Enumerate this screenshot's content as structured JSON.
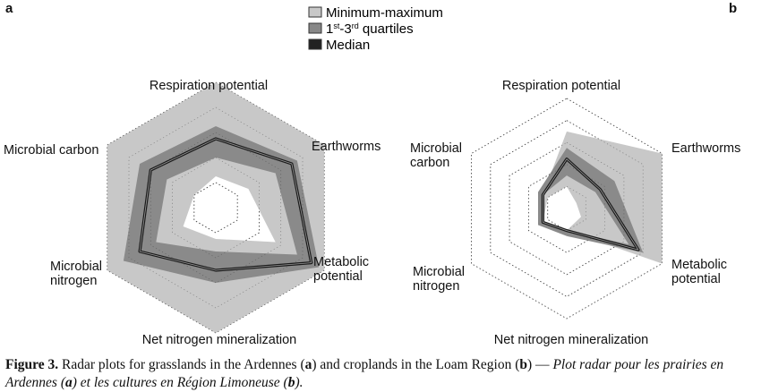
{
  "legend": [
    {
      "label_html": "Minimum-maximum",
      "color": "#c8c8c8"
    },
    {
      "label_html": "1<tspan baseline-shift='super' font-size='9'>st</tspan>-3<tspan baseline-shift='super' font-size='9'>rd</tspan> quartiles",
      "label": "1st-3rd quartiles",
      "color": "#888888"
    },
    {
      "label_html": "Median",
      "label": "Median",
      "color": "#222222"
    }
  ],
  "colors": {
    "minmax": "#c8c8c8",
    "quartiles": "#8a8a8a",
    "median": "#1a1a1a",
    "center": "#ffffff"
  },
  "caption": {
    "figure_label": "Figure 3.",
    "text_1": " Radar plots for grasslands in the Ardennes (",
    "a": "a",
    "text_2": ") and croplands in the Loam Region (",
    "b": "b",
    "text_3": ") — ",
    "italic_1": "Plot radar pour les prairies en Ardennes (",
    "italic_a": "a",
    "italic_2": ") et les cultures en Région Limoneuse (",
    "italic_b": "b",
    "italic_3": ")."
  },
  "chart_data": [
    {
      "panel": "a",
      "type": "radar",
      "axes": [
        "Respiration potential",
        "Earthworms",
        "Metabolic potential",
        "Net nitrogen mineralization",
        "Microbial nitrogen",
        "Microbial carbon"
      ],
      "axis_labels": [
        [
          "Respiration potential"
        ],
        [
          "Earthworms"
        ],
        [
          "Metabolic",
          "potential"
        ],
        [
          "Net nitrogen mineralization"
        ],
        [
          "Microbial",
          "nitrogen"
        ],
        [
          "Microbial carbon"
        ]
      ],
      "rings": 5,
      "min": [
        0.25,
        0.3,
        0.55,
        0.25,
        0.3,
        0.2
      ],
      "max": [
        1.0,
        1.0,
        1.0,
        1.0,
        1.0,
        1.0
      ],
      "q1": [
        0.4,
        0.55,
        0.75,
        0.35,
        0.55,
        0.45
      ],
      "q3": [
        0.65,
        0.75,
        0.95,
        0.6,
        0.85,
        0.7
      ],
      "median": [
        0.55,
        0.7,
        0.88,
        0.5,
        0.7,
        0.6
      ]
    },
    {
      "panel": "b",
      "type": "radar",
      "axes": [
        "Respiration potential",
        "Earthworms",
        "Metabolic potential",
        "Net nitrogen mineralization",
        "Microbial nitrogen",
        "Microbial carbon"
      ],
      "axis_labels": [
        [
          "Respiration potential"
        ],
        [
          "Earthworms"
        ],
        [
          "Metabolic",
          "potential"
        ],
        [
          "Net nitrogen mineralization"
        ],
        [
          "Microbial",
          "nitrogen"
        ],
        [
          "Microbial",
          "carbon"
        ]
      ],
      "rings": 5,
      "min": [
        0.2,
        0.1,
        0.15,
        0.2,
        0.25,
        0.2
      ],
      "max": [
        0.7,
        1.0,
        1.0,
        0.2,
        0.25,
        0.25
      ],
      "q1": [
        0.3,
        0.3,
        0.65,
        0.2,
        0.25,
        0.25
      ],
      "q3": [
        0.55,
        0.5,
        0.8,
        0.25,
        0.3,
        0.3
      ],
      "median": [
        0.45,
        0.35,
        0.75,
        0.2,
        0.25,
        0.25
      ]
    }
  ]
}
